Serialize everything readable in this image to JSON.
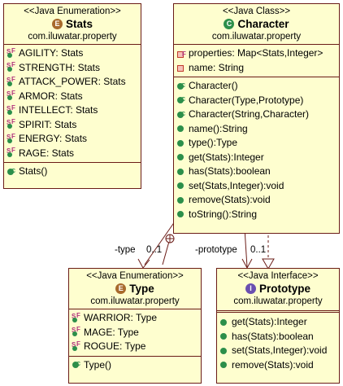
{
  "stats": {
    "stereotype": "<<Java Enumeration>>",
    "name": "Stats",
    "package": "com.iluwatar.property",
    "literals": [
      "AGILITY: Stats",
      "STRENGTH: Stats",
      "ATTACK_POWER: Stats",
      "ARMOR: Stats",
      "INTELLECT: Stats",
      "SPIRIT: Stats",
      "ENERGY: Stats",
      "RAGE: Stats"
    ],
    "constructor": "Stats()"
  },
  "character": {
    "stereotype": "<<Java Class>>",
    "name": "Character",
    "package": "com.iluwatar.property",
    "fields": [
      "properties: Map<Stats,Integer>",
      "name: String"
    ],
    "methods": [
      "Character()",
      "Character(Type,Prototype)",
      "Character(String,Character)",
      "name():String",
      "type():Type",
      "get(Stats):Integer",
      "has(Stats):boolean",
      "set(Stats,Integer):void",
      "remove(Stats):void",
      "toString():String"
    ]
  },
  "type": {
    "stereotype": "<<Java Enumeration>>",
    "name": "Type",
    "package": "com.iluwatar.property",
    "literals": [
      "WARRIOR: Type",
      "MAGE: Type",
      "ROGUE: Type"
    ],
    "constructor": "Type()"
  },
  "prototype": {
    "stereotype": "<<Java Interface>>",
    "name": "Prototype",
    "package": "com.iluwatar.property",
    "methods": [
      "get(Stats):Integer",
      "has(Stats):boolean",
      "set(Stats,Integer):void",
      "remove(Stats):void"
    ]
  },
  "edges": {
    "type_role": "-type",
    "type_mult": "0..1",
    "proto_role": "-prototype",
    "proto_mult": "0..1"
  },
  "icons": {
    "enum": "E",
    "class": "C",
    "interface": "I"
  }
}
